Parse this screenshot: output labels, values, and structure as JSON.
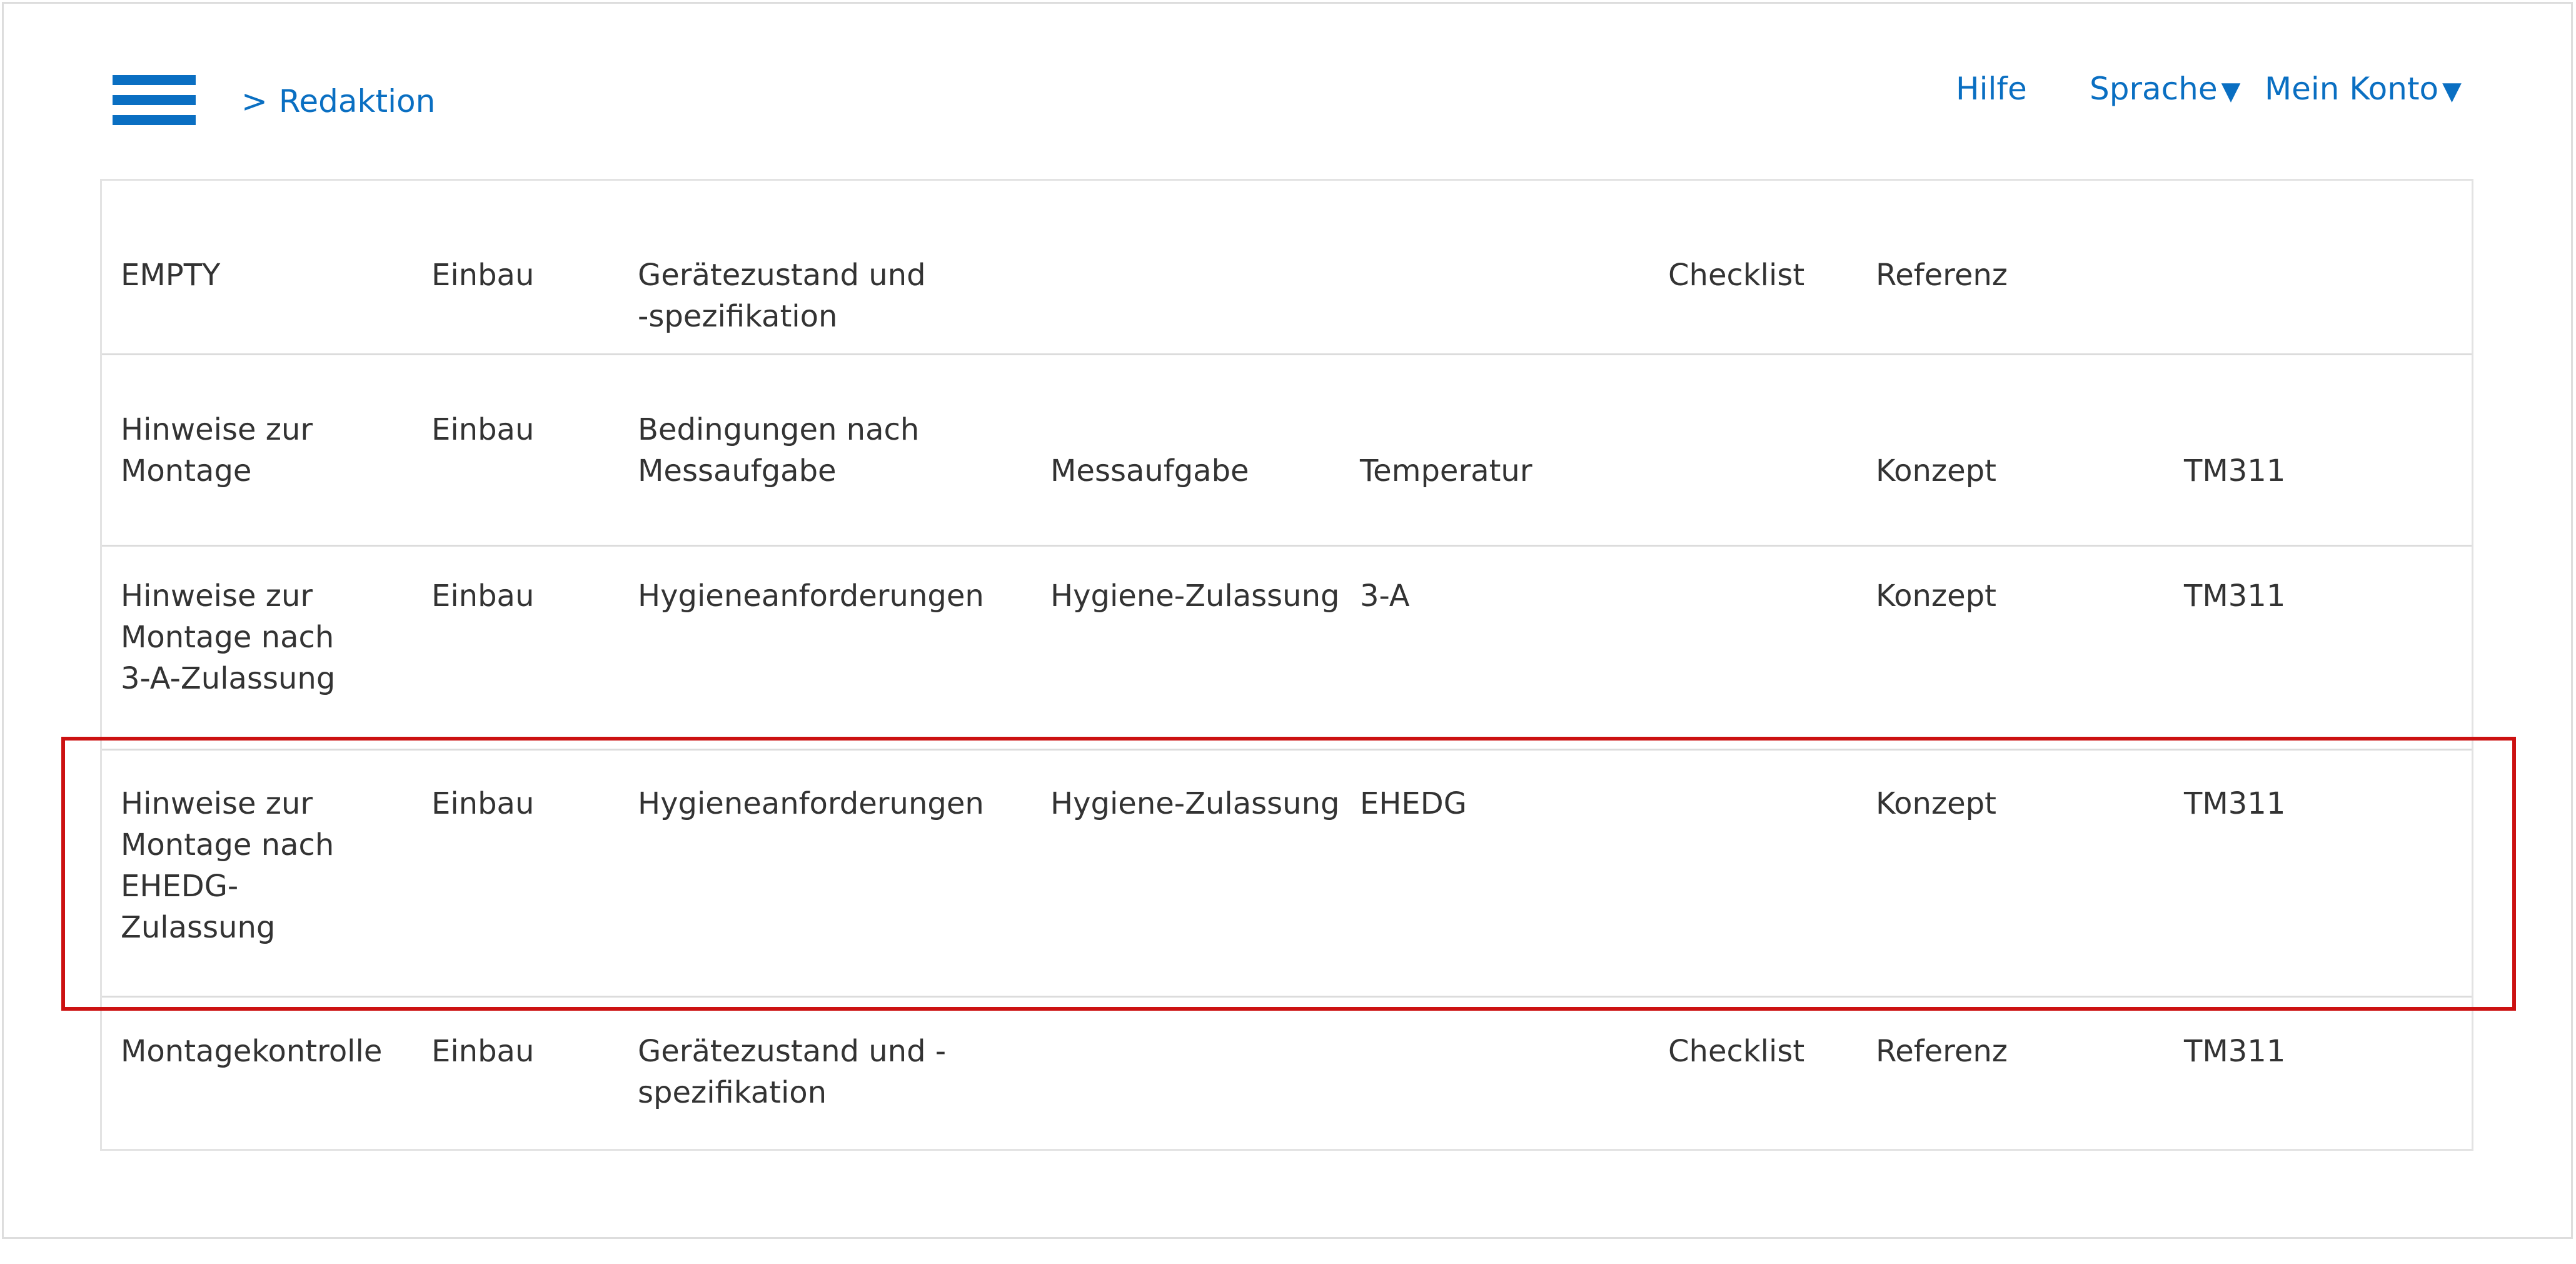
{
  "header": {
    "breadcrumb_sep": ">",
    "breadcrumb_label": "Redaktion",
    "nav_help": "Hilfe",
    "nav_language": "Sprache",
    "nav_account": "Mein Konto",
    "caret": "▼"
  },
  "table": {
    "rows": [
      [
        "EMPTY",
        "Einbau",
        "Gerätezustand und\n-spezifikation",
        "",
        "",
        "Checklist",
        "Referenz",
        ""
      ],
      [
        "Hinweise zur\nMontage",
        "Einbau",
        "Bedingungen nach\nMessaufgabe",
        "Messaufgabe",
        "Temperatur",
        "",
        "Konzept",
        "TM311"
      ],
      [
        "Hinweise zur\nMontage nach\n3-A-Zulassung",
        "Einbau",
        "Hygieneanforderungen",
        "Hygiene-Zulassung",
        "3-A",
        "",
        "Konzept",
        "TM311"
      ],
      [
        "Hinweise zur\nMontage nach\nEHEDG-\nZulassung",
        "Einbau",
        "Hygieneanforderungen",
        "Hygiene-Zulassung",
        "EHEDG",
        "",
        "Konzept",
        "TM311"
      ],
      [
        "Montagekontrolle",
        "Einbau",
        "Gerätezustand und -\nspezifikation",
        "",
        "",
        "Checklist",
        "Referenz",
        "TM311"
      ]
    ]
  },
  "colors": {
    "link": "#0a6fc2",
    "highlight_border": "#cc1111"
  }
}
